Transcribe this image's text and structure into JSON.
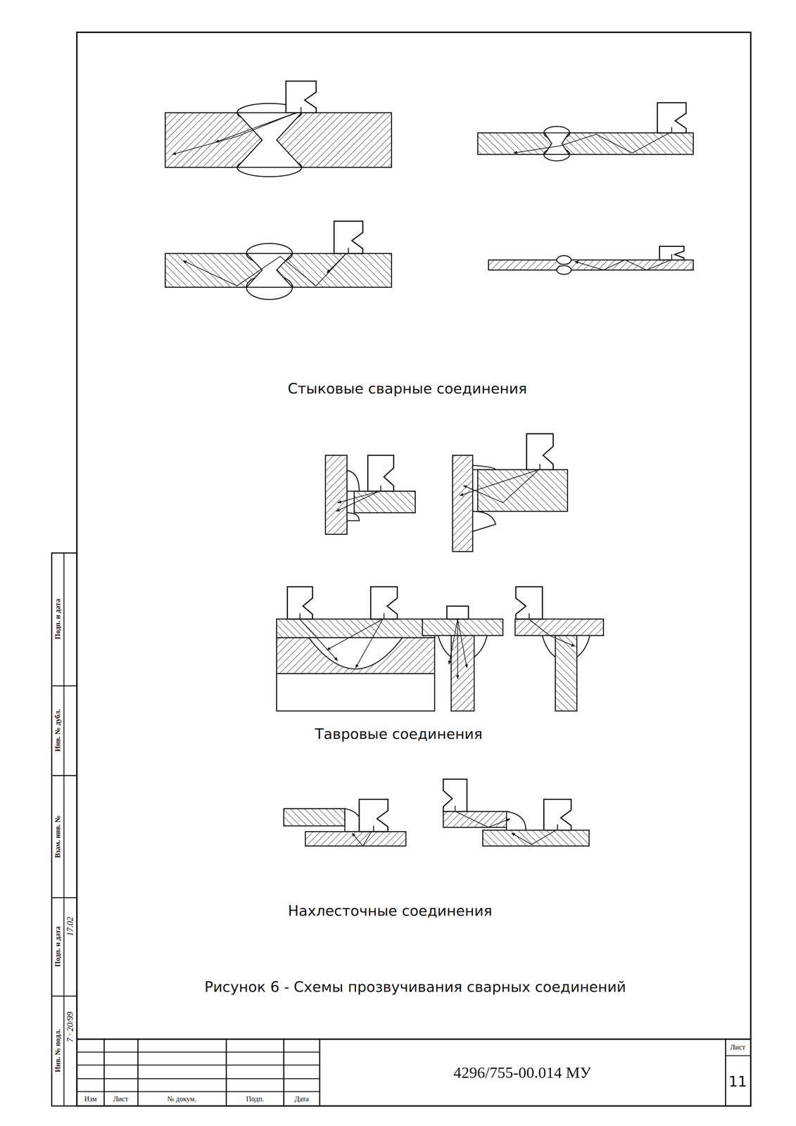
{
  "diagram": {
    "caption": "Рисунок 6 - Схемы прозвучивания сварных соединений",
    "labels": [
      "Стыковые сварные соединения",
      "Тавровые соединения",
      "Нахлесточные соединения",
      "Инв. № подл.",
      "Подп. и дата",
      "Взам. инв. №",
      "Инв. № дубл.",
      "Подп. и дата",
      "7 · 20/99",
      "17.02",
      "Изм",
      "Лист",
      "№ докум.",
      "Подп.",
      "Дата",
      "4296/755-00.014 МУ",
      "Лист",
      "11"
    ]
  }
}
